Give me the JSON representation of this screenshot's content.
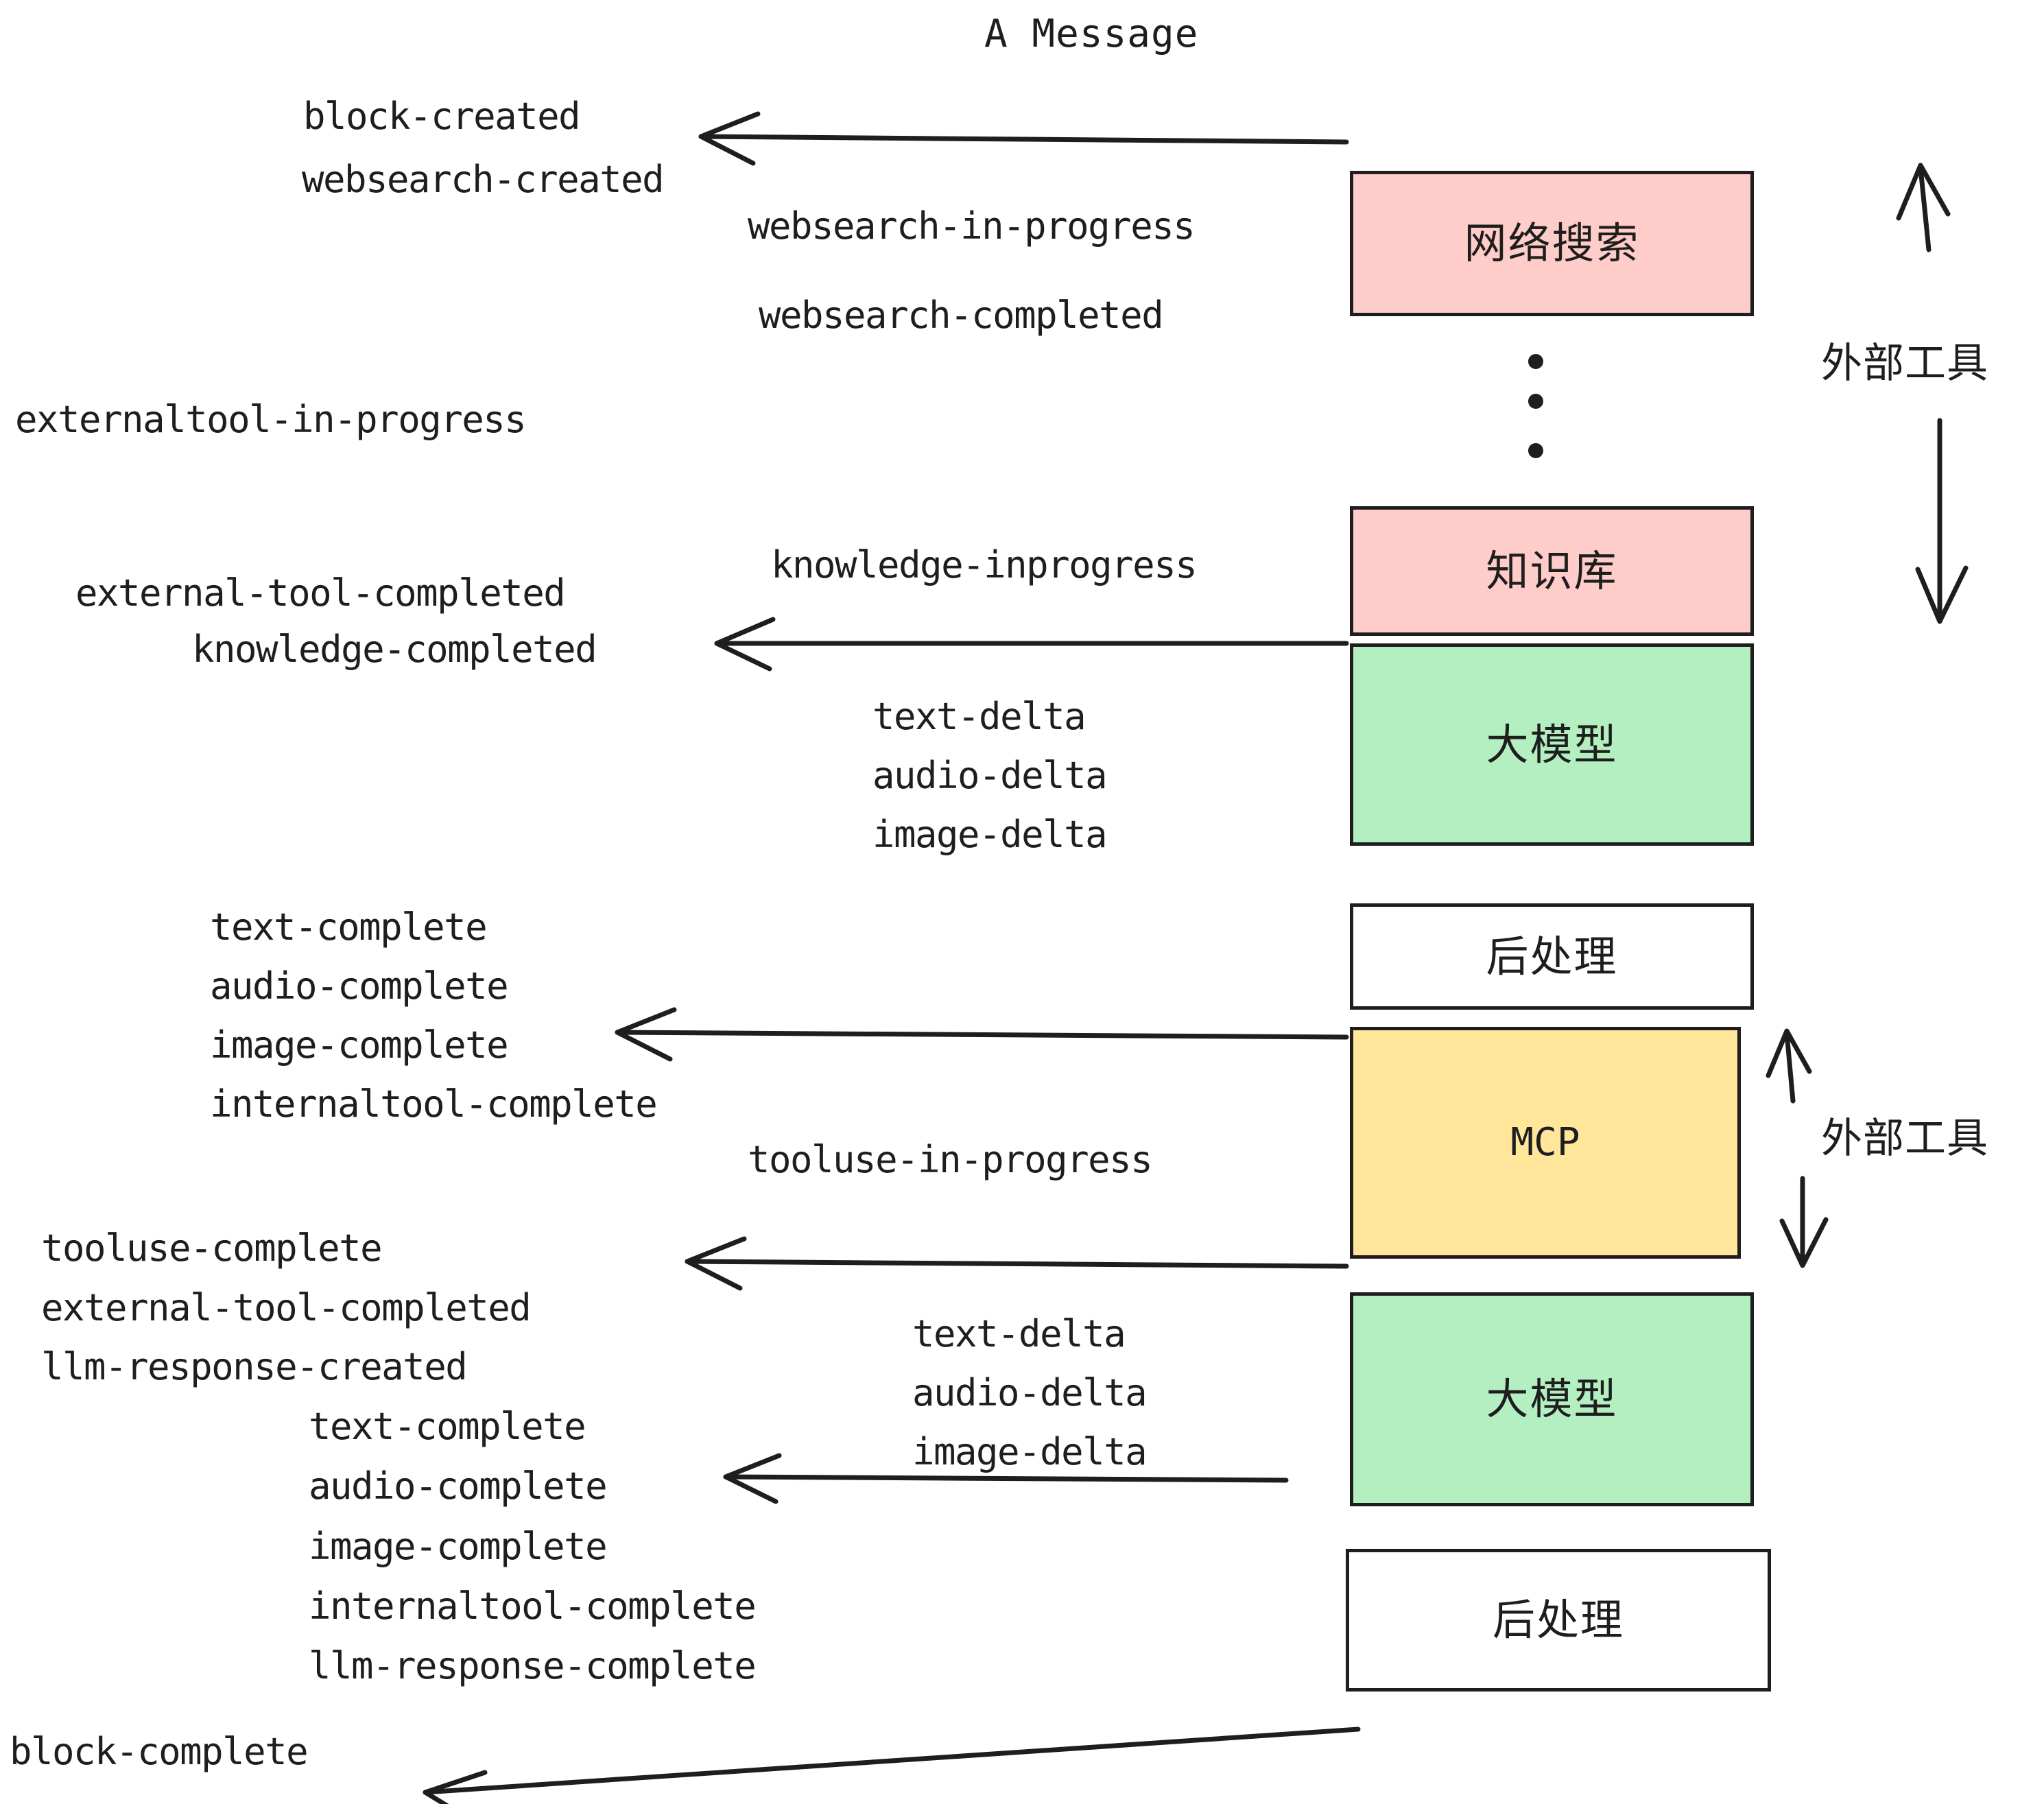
{
  "title": "A Message",
  "colors": {
    "pink": "#ffcdc9",
    "green": "#b3efc1",
    "yellow": "#ffe69a",
    "white": "#ffffff",
    "stroke": "#1e1e1e"
  },
  "boxes": [
    {
      "id": "websearch",
      "label": "网络搜索",
      "fill": "pink",
      "script": "cjk"
    },
    {
      "id": "knowledge",
      "label": "知识库",
      "fill": "pink",
      "script": "cjk"
    },
    {
      "id": "llm-1",
      "label": "大模型",
      "fill": "green",
      "script": "cjk"
    },
    {
      "id": "postprocess-1",
      "label": "后处理",
      "fill": "white",
      "script": "cjk"
    },
    {
      "id": "mcp",
      "label": "MCP",
      "fill": "yellow",
      "script": "latin"
    },
    {
      "id": "llm-2",
      "label": "大模型",
      "fill": "green",
      "script": "cjk"
    },
    {
      "id": "postprocess-2",
      "label": "后处理",
      "fill": "white",
      "script": "cjk"
    }
  ],
  "side_labels": [
    {
      "id": "external-tools-top",
      "label": "外部工具"
    },
    {
      "id": "external-tools-bottom",
      "label": "外部工具"
    }
  ],
  "events": [
    {
      "id": "block-created",
      "label": "block-created"
    },
    {
      "id": "websearch-created",
      "label": "websearch-created"
    },
    {
      "id": "websearch-in-progress",
      "label": "websearch-in-progress"
    },
    {
      "id": "websearch-completed",
      "label": "websearch-completed"
    },
    {
      "id": "externaltool-in-progress",
      "label": "externaltool-in-progress"
    },
    {
      "id": "knowledge-inprogress",
      "label": "knowledge-inprogress"
    },
    {
      "id": "external-tool-completed-1",
      "label": "external-tool-completed"
    },
    {
      "id": "knowledge-completed",
      "label": "knowledge-completed"
    },
    {
      "id": "text-delta-1",
      "label": "text-delta"
    },
    {
      "id": "audio-delta-1",
      "label": "audio-delta"
    },
    {
      "id": "image-delta-1",
      "label": "image-delta"
    },
    {
      "id": "text-complete-1",
      "label": "text-complete"
    },
    {
      "id": "audio-complete-1",
      "label": "audio-complete"
    },
    {
      "id": "image-complete-1",
      "label": "image-complete"
    },
    {
      "id": "internaltool-complete-1",
      "label": "internaltool-complete"
    },
    {
      "id": "tooluse-in-progress",
      "label": "tooluse-in-progress"
    },
    {
      "id": "tooluse-complete",
      "label": "tooluse-complete"
    },
    {
      "id": "external-tool-completed-2",
      "label": "external-tool-completed"
    },
    {
      "id": "llm-response-created",
      "label": "llm-response-created"
    },
    {
      "id": "text-delta-2",
      "label": "text-delta"
    },
    {
      "id": "audio-delta-2",
      "label": "audio-delta"
    },
    {
      "id": "image-delta-2",
      "label": "image-delta"
    },
    {
      "id": "text-complete-2",
      "label": "text-complete"
    },
    {
      "id": "audio-complete-2",
      "label": "audio-complete"
    },
    {
      "id": "image-complete-2",
      "label": "image-complete"
    },
    {
      "id": "internaltool-complete-2",
      "label": "internaltool-complete"
    },
    {
      "id": "llm-response-complete",
      "label": "llm-response-complete"
    },
    {
      "id": "block-complete",
      "label": "block-complete"
    }
  ]
}
